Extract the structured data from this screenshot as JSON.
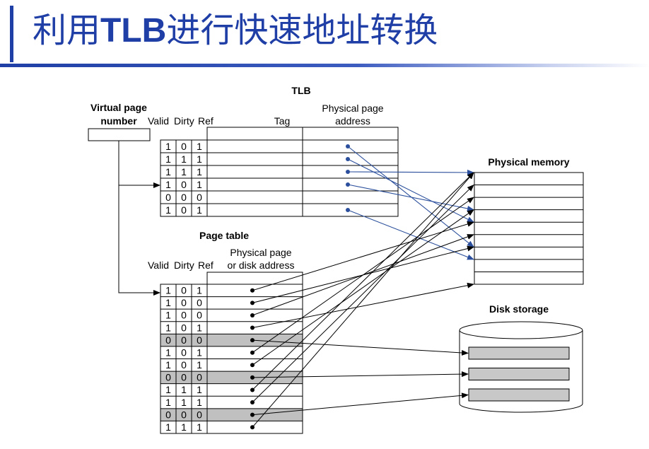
{
  "slide": {
    "title_prefix": "利用",
    "title_bold": "TLB",
    "title_suffix": "进行快速地址转换"
  },
  "diagram": {
    "vpn_label_line1": "Virtual page",
    "vpn_label_line2": "number",
    "tlb": {
      "title": "TLB",
      "col_valid": "Valid",
      "col_dirty": "Dirty",
      "col_ref": "Ref",
      "col_tag": "Tag",
      "col_phys_line1": "Physical page",
      "col_phys_line2": "address",
      "rows": [
        {
          "valid": "1",
          "dirty": "0",
          "ref": "1",
          "has_ptr": true,
          "target": 6
        },
        {
          "valid": "1",
          "dirty": "1",
          "ref": "1",
          "has_ptr": true,
          "target": 4
        },
        {
          "valid": "1",
          "dirty": "1",
          "ref": "1",
          "has_ptr": true,
          "target": 0
        },
        {
          "valid": "1",
          "dirty": "0",
          "ref": "1",
          "has_ptr": true,
          "target": 3
        },
        {
          "valid": "0",
          "dirty": "0",
          "ref": "0",
          "has_ptr": false,
          "target": null
        },
        {
          "valid": "1",
          "dirty": "0",
          "ref": "1",
          "has_ptr": true,
          "target": 7
        }
      ]
    },
    "page_table": {
      "title": "Page table",
      "col_valid": "Valid",
      "col_dirty": "Dirty",
      "col_ref": "Ref",
      "col_phys_line1": "Physical page",
      "col_phys_line2": "or disk address",
      "rows": [
        {
          "valid": "1",
          "dirty": "0",
          "ref": "1",
          "shaded": false,
          "kind": "mem",
          "target": 4
        },
        {
          "valid": "1",
          "dirty": "0",
          "ref": "0",
          "shaded": false,
          "kind": "mem",
          "target": 6
        },
        {
          "valid": "1",
          "dirty": "0",
          "ref": "0",
          "shaded": false,
          "kind": "mem",
          "target": 5
        },
        {
          "valid": "1",
          "dirty": "0",
          "ref": "1",
          "shaded": false,
          "kind": "mem",
          "target": 9
        },
        {
          "valid": "0",
          "dirty": "0",
          "ref": "0",
          "shaded": true,
          "kind": "disk",
          "target": 0
        },
        {
          "valid": "1",
          "dirty": "0",
          "ref": "1",
          "shaded": false,
          "kind": "mem",
          "target": 2
        },
        {
          "valid": "1",
          "dirty": "0",
          "ref": "1",
          "shaded": false,
          "kind": "mem",
          "target": 3
        },
        {
          "valid": "0",
          "dirty": "0",
          "ref": "0",
          "shaded": true,
          "kind": "disk",
          "target": 1
        },
        {
          "valid": "1",
          "dirty": "1",
          "ref": "1",
          "shaded": false,
          "kind": "mem",
          "target": 0
        },
        {
          "valid": "1",
          "dirty": "1",
          "ref": "1",
          "shaded": false,
          "kind": "mem",
          "target": 1
        },
        {
          "valid": "0",
          "dirty": "0",
          "ref": "0",
          "shaded": true,
          "kind": "disk",
          "target": 2
        },
        {
          "valid": "1",
          "dirty": "1",
          "ref": "1",
          "shaded": false,
          "kind": "mem",
          "target": 0
        }
      ]
    },
    "physical_memory": {
      "title": "Physical memory",
      "frames": 9
    },
    "disk": {
      "title": "Disk storage",
      "blocks": 3
    },
    "colors": {
      "title": "#1f3fa6",
      "tlb_arrow": "#2b4f9c",
      "shade": "#c0c0c0",
      "disk_block": "#c8c8c8",
      "line": "#000000"
    }
  }
}
